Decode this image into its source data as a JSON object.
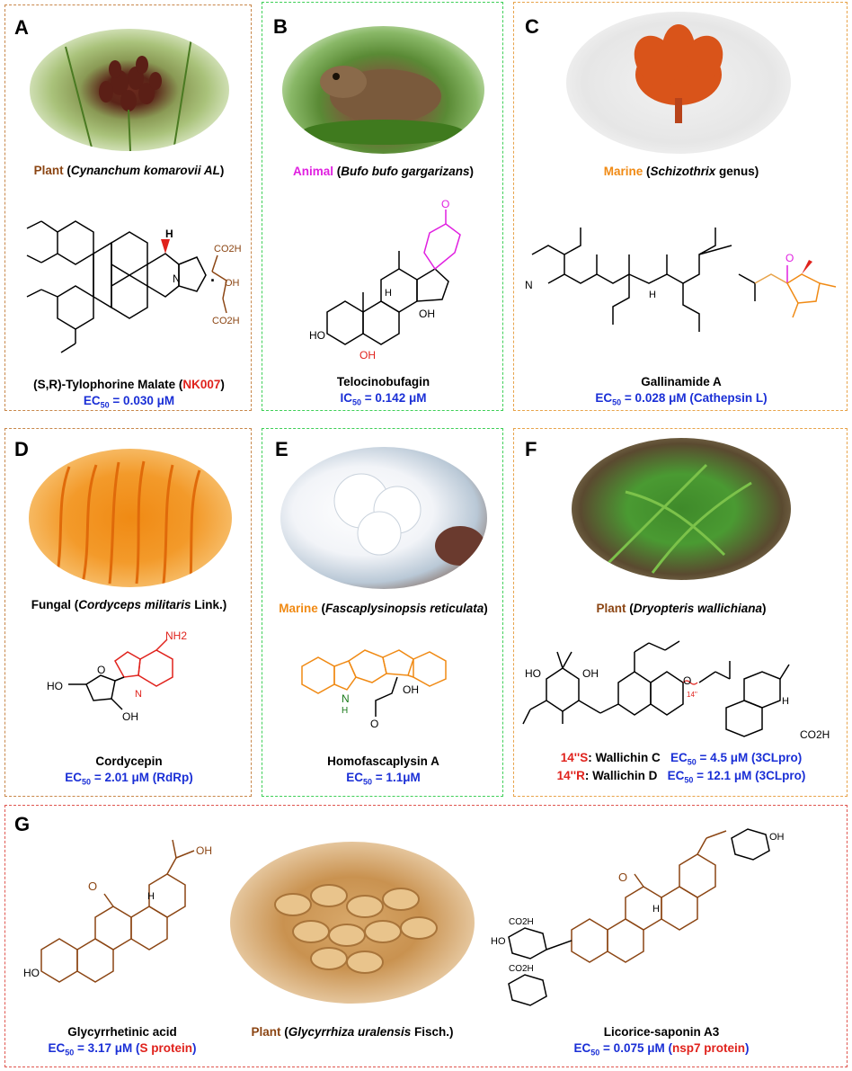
{
  "panels": {
    "A": {
      "letter": "A",
      "source_type": "Plant",
      "source_species": "Cynanchum komarovii AL",
      "name_prefix": "(S,R)-Tylophorine Malate (",
      "name_code": "NK007",
      "name_suffix": ")",
      "activity_label": "EC",
      "activity_sub": "50",
      "activity_value": " = 0.030 μM",
      "atoms": {
        "co2h_1": "CO2H",
        "oh": "OH",
        "co2h_2": "CO2H",
        "n": "N",
        "h": "H"
      }
    },
    "B": {
      "letter": "B",
      "source_type": "Animal",
      "source_species": "Bufo bufo gargarizans",
      "name": "Telocinobufagin",
      "activity_label": "IC",
      "activity_sub": "50",
      "activity_value": " = 0.142 μM",
      "atoms": {
        "o": "O",
        "ho": "HO",
        "oh": "OH",
        "oh2": "OH",
        "h": "H"
      }
    },
    "C": {
      "letter": "C",
      "source_type": "Marine",
      "source_species": "Schizothrix",
      "source_suffix": " genus",
      "name": "Gallinamide A",
      "activity_label": "EC",
      "activity_sub": "50",
      "activity_value": " = 0.028 μM (Cathepsin L)",
      "atoms": {
        "n": "N",
        "o": "O",
        "h": "H"
      }
    },
    "D": {
      "letter": "D",
      "source_type": "Fungal",
      "source_species": "Cordyceps militaris",
      "source_suffix": " Link.",
      "name": "Cordycepin",
      "activity_label": "EC",
      "activity_sub": "50",
      "activity_value": " = 2.01 μM (RdRp)",
      "atoms": {
        "nh2": "NH2",
        "ho": "HO",
        "oh": "OH",
        "o": "O",
        "n": "N"
      }
    },
    "E": {
      "letter": "E",
      "source_type": "Marine",
      "source_species": "Fascaplysinopsis reticulata",
      "name": "Homofascaplysin A",
      "activity_label": "EC",
      "activity_sub": "50",
      "activity_value": " = 1.1μM",
      "atoms": {
        "n": "N",
        "h": "H",
        "oh": "OH",
        "o": "O"
      }
    },
    "F": {
      "letter": "F",
      "source_type": "Plant",
      "source_species": "Dryopteris wallichiana",
      "compounds": [
        {
          "config": "14''S",
          "name": "Wallichin C",
          "activity_label": "EC",
          "activity_sub": "50",
          "activity_value": " = 4.5 μM (3CLpro)"
        },
        {
          "config": "14''R",
          "name": "Wallichin D",
          "activity_label": "EC",
          "activity_sub": "50",
          "activity_value": " = 12.1 μM (3CLpro)"
        }
      ],
      "atoms": {
        "ho": "HO",
        "oh": "OH",
        "o": "O",
        "co2h": "CO2H",
        "h": "H",
        "c14": "14''"
      }
    },
    "G": {
      "letter": "G",
      "source_type": "Plant",
      "source_species": "Glycyrrhiza uralensis",
      "source_suffix": " Fisch.",
      "compounds": [
        {
          "name": "Glycyrrhetinic acid",
          "activity_label": "EC",
          "activity_sub": "50",
          "activity_value": " = 3.17 μM (",
          "target": "S protein",
          "close": ")"
        },
        {
          "name": "Licorice-saponin A3",
          "activity_label": "EC",
          "activity_sub": "50",
          "activity_value": " = 0.075 μM (",
          "target": "nsp7 protein",
          "close": ")"
        }
      ],
      "atoms": {
        "o": "O",
        "oh": "OH",
        "ho": "HO",
        "h": "H",
        "co2h": "CO2H"
      }
    }
  },
  "colors": {
    "blue": "#1a2fd6",
    "red": "#e0221c",
    "brown": "#8b4513",
    "magenta": "#e020e0",
    "orange": "#f08a14",
    "green_border": "#3ecf57",
    "brown_border": "#c8874a",
    "orange_border": "#e8a34a",
    "red_border": "#e0564f"
  }
}
